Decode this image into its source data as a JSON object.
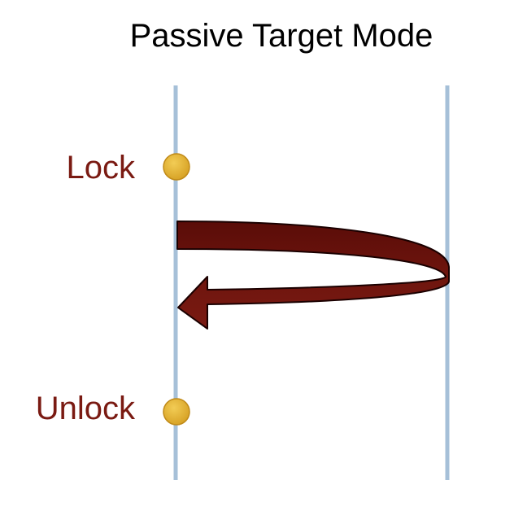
{
  "diagram": {
    "title": "Passive Target Mode",
    "labels": {
      "lock": "Lock",
      "unlock": "Unlock"
    },
    "colors": {
      "timeline": "#a6c0d8",
      "event_dot": "#e0b030",
      "event_dot_outline": "#c08a18",
      "arrow_dark": "#5a0c08",
      "arrow_mid": "#7a1a12",
      "arrow_outline": "#1a0000",
      "label_text": "#7a1a12"
    }
  }
}
